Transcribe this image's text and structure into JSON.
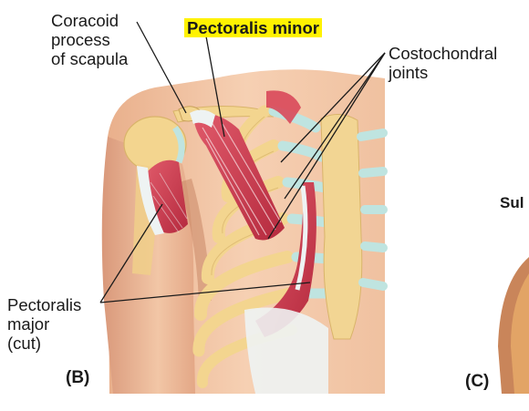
{
  "labels": {
    "coracoid": [
      "Coracoid",
      "process",
      "of scapula"
    ],
    "pectoralis_minor": "Pectoralis minor",
    "costochondral": [
      "Costochondral",
      "joints"
    ],
    "pectoralis_major": [
      "Pectoralis",
      "major",
      "(cut)"
    ],
    "panel_b": "(B)",
    "panel_c": "(C)",
    "partial_right": "Sul"
  },
  "colors": {
    "highlight": "#fff200",
    "skin": "#f2c4a2",
    "muscle": "#c83a4c",
    "bone": "#f3d58f",
    "cartilage": "#bfe4e0",
    "leader": "#1a1a1a"
  }
}
